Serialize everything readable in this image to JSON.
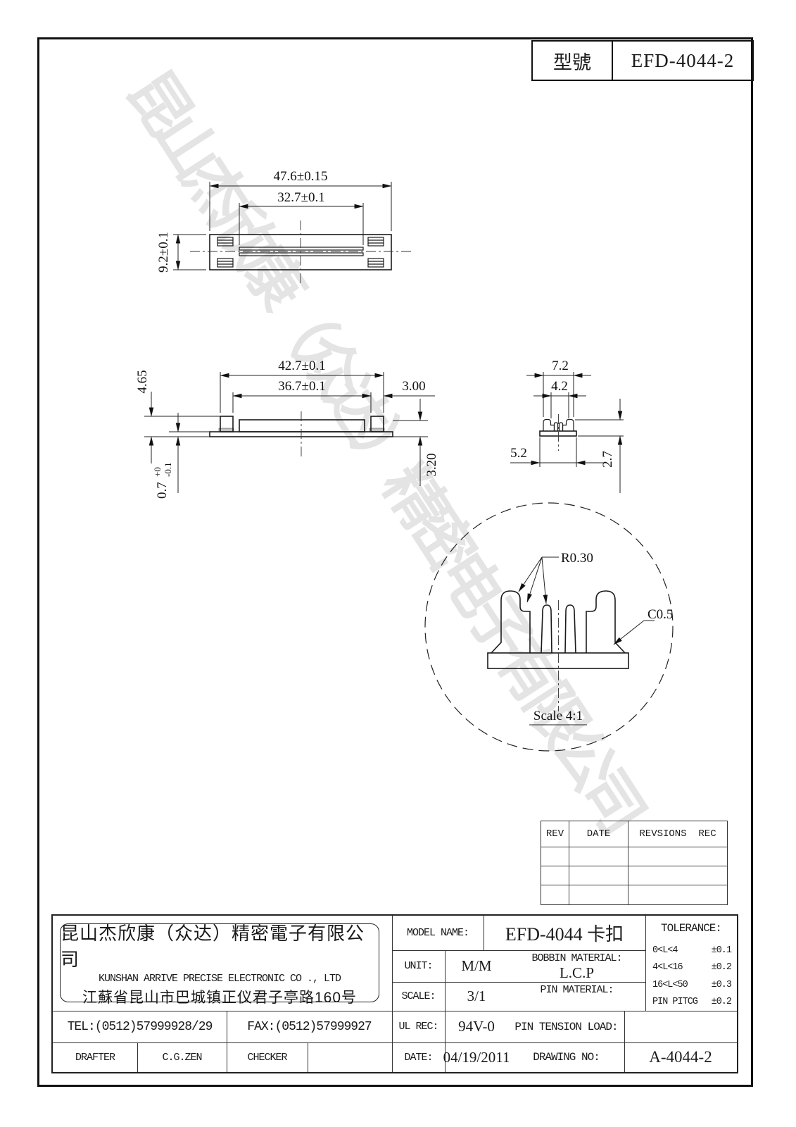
{
  "header": {
    "model_label": "型號",
    "model_value": "EFD-4044-2"
  },
  "watermark_text": "昆山杰欣康（众达）精密电子有限公司",
  "views": {
    "top": {
      "width": "47.6±0.15",
      "inner_width": "32.7±0.1",
      "height": "9.2±0.1"
    },
    "front": {
      "width": "42.7±0.1",
      "inner_width": "36.7±0.1",
      "end_margin": "3.00",
      "total_height": "4.65",
      "body_height": "3.20",
      "base_thickness": "0.7",
      "base_thickness_upper": "+0",
      "base_thickness_lower": "-0.1"
    },
    "side": {
      "outer_width": "7.2",
      "inner_width": "4.2",
      "base_width": "5.2",
      "height": "2.7"
    },
    "detail": {
      "radius_callout": "R0.30",
      "chamfer_callout": "C0.5",
      "scale_note": "Scale 4:1"
    }
  },
  "revision_table": {
    "col_rev": "REV",
    "col_date": "DATE",
    "col_rec": "REVSIONS  REC"
  },
  "title_block": {
    "company_cn": "昆山杰欣康（众达）精密電子有限公司",
    "company_en": "KUNSHAN ARRIVE PRECISE ELECTRONIC CO ., LTD",
    "company_addr": "江蘇省昆山市巴城镇正仪君子亭路160号",
    "tel": "TEL:(0512)57999928/29",
    "fax": "FAX:(0512)57999927",
    "drafter_label": "DRAFTER",
    "drafter_value": "C.G.ZEN",
    "checker_label": "CHECKER",
    "checker_value": "",
    "model_name_label": "MODEL NAME:",
    "model_name_value": "EFD-4044 卡扣",
    "unit_label": "UNIT:",
    "unit_value": "M/M",
    "bobbin_label": "BOBBIN MATERIAL:",
    "bobbin_value": "L.C.P",
    "scale_label": "SCALE:",
    "scale_value": "3/1",
    "pin_material_label": "PIN MATERIAL:",
    "pin_material_value": "",
    "ul_label": "UL REC:",
    "ul_value": "94V-0",
    "pin_tension_label": "PIN TENSION LOAD:",
    "pin_tension_value": "",
    "date_label": "DATE:",
    "date_value": "04/19/2011",
    "drawing_no_label": "DRAWING NO:",
    "drawing_no_value": "A-4044-2",
    "tolerance_title": "TOLERANCE:",
    "tolerances": [
      {
        "range": "0<L<4",
        "tol": "±0.1"
      },
      {
        "range": "4<L<16",
        "tol": "±0.2"
      },
      {
        "range": "16<L<50",
        "tol": "±0.3"
      },
      {
        "range": "PIN PITCG",
        "tol": "±0.2"
      }
    ]
  }
}
